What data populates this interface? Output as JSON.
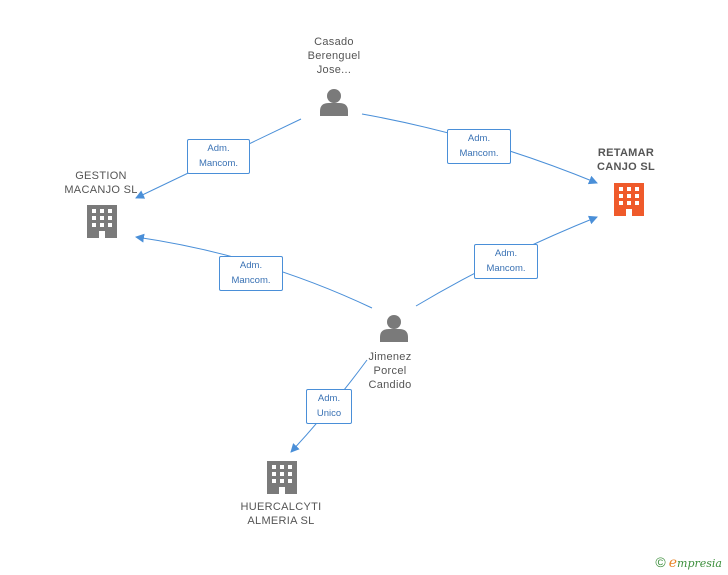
{
  "nodes": {
    "casado": {
      "name": "Casado\nBerenguel\nJose...",
      "icon": "person-icon"
    },
    "gestion": {
      "name": "GESTION\nMACANJO SL",
      "icon": "building-icon"
    },
    "retamar": {
      "name": "RETAMAR\nCANJO SL",
      "icon": "building-icon"
    },
    "jimenez": {
      "name": "Jimenez\nPorcel\nCandido",
      "icon": "person-icon"
    },
    "huercal": {
      "name": "HUERCALCYTI\nALMERIA SL",
      "icon": "building-icon"
    }
  },
  "edges": {
    "casado_gestion": {
      "label": "Adm.\nMancom."
    },
    "casado_retamar": {
      "label": "Adm.\nMancom."
    },
    "jimenez_gestion": {
      "label": "Adm.\nMancom."
    },
    "jimenez_retamar": {
      "label": "Adm.\nMancom."
    },
    "jimenez_huercal": {
      "label": "Adm.\nUnico"
    }
  },
  "colors": {
    "edge": "#4a8fd8",
    "node_icon": "#7a7a7a",
    "focus_icon": "#ef5a2b"
  },
  "brand": {
    "copyright": "©",
    "name_initial": "e",
    "name_rest": "mpresia"
  }
}
